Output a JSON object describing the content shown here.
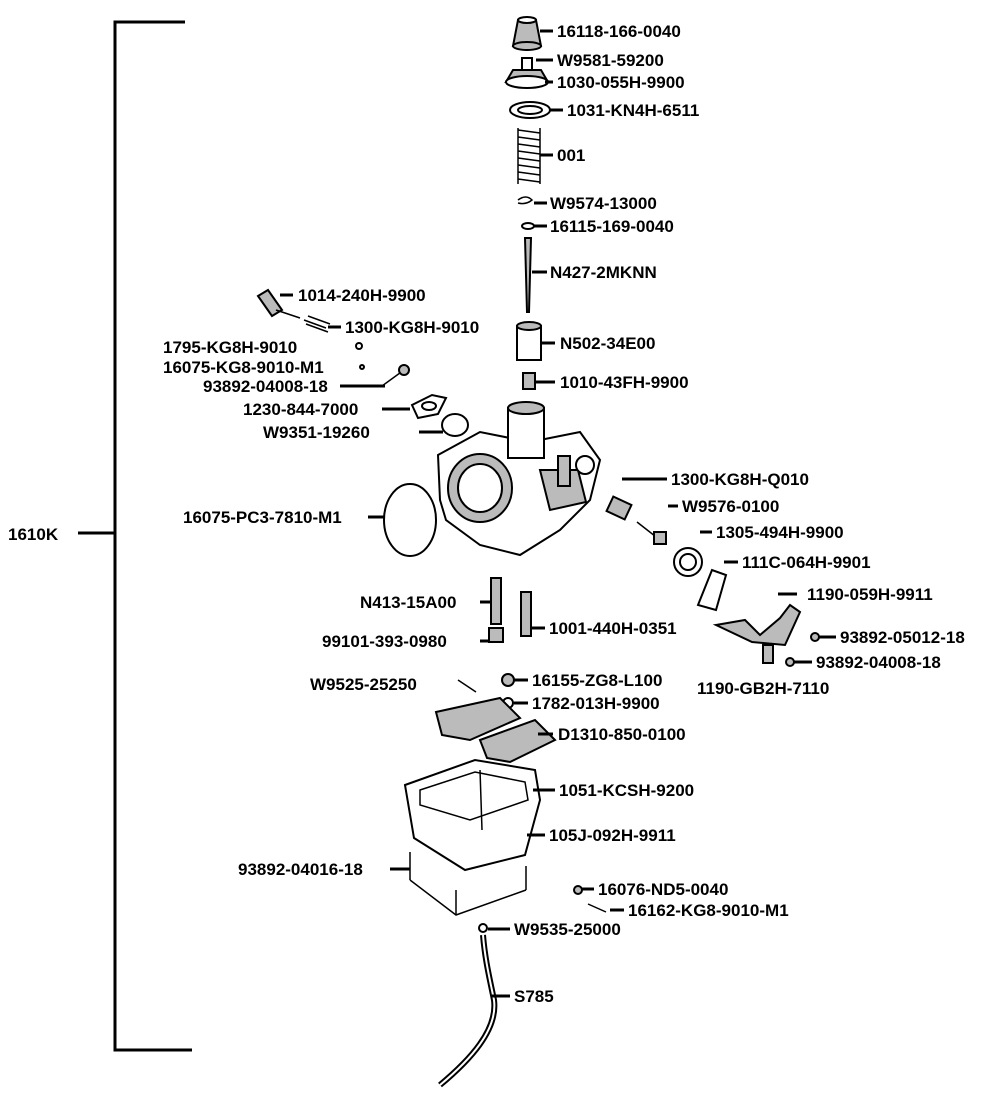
{
  "assembly": {
    "code": "1610K"
  },
  "parts": [
    {
      "code": "16118-166-0040"
    },
    {
      "code": "W9581-59200"
    },
    {
      "code": "1030-055H-9900"
    },
    {
      "code": "1031-KN4H-6511"
    },
    {
      "code": "001"
    },
    {
      "code": "W9574-13000"
    },
    {
      "code": "16115-169-0040"
    },
    {
      "code": "N427-2MKNN"
    },
    {
      "code": "1014-240H-9900"
    },
    {
      "code": "1300-KG8H-9010"
    },
    {
      "code": "1795-KG8H-9010"
    },
    {
      "code": "16075-KG8-9010-M1"
    },
    {
      "code": "93892-04008-18"
    },
    {
      "code": "1230-844-7000"
    },
    {
      "code": "W9351-19260"
    },
    {
      "code": "N502-34E00"
    },
    {
      "code": "1010-43FH-9900"
    },
    {
      "code": "1300-KG8H-Q010"
    },
    {
      "code": "W9576-0100"
    },
    {
      "code": "1305-494H-9900"
    },
    {
      "code": "111C-064H-9901"
    },
    {
      "code": "16075-PC3-7810-M1"
    },
    {
      "code": "N413-15A00"
    },
    {
      "code": "99101-393-0980"
    },
    {
      "code": "1001-440H-0351"
    },
    {
      "code": "1190-059H-9911"
    },
    {
      "code": "93892-05012-18"
    },
    {
      "code": "93892-04008-18"
    },
    {
      "code": "1190-GB2H-7110"
    },
    {
      "code": "W9525-25250"
    },
    {
      "code": "16155-ZG8-L100"
    },
    {
      "code": "1782-013H-9900"
    },
    {
      "code": "D1310-850-0100"
    },
    {
      "code": "1051-KCSH-9200"
    },
    {
      "code": "105J-092H-9911"
    },
    {
      "code": "93892-04016-18"
    },
    {
      "code": "16076-ND5-0040"
    },
    {
      "code": "16162-KG8-9010-M1"
    },
    {
      "code": "W9535-25000"
    },
    {
      "code": "S785"
    }
  ]
}
